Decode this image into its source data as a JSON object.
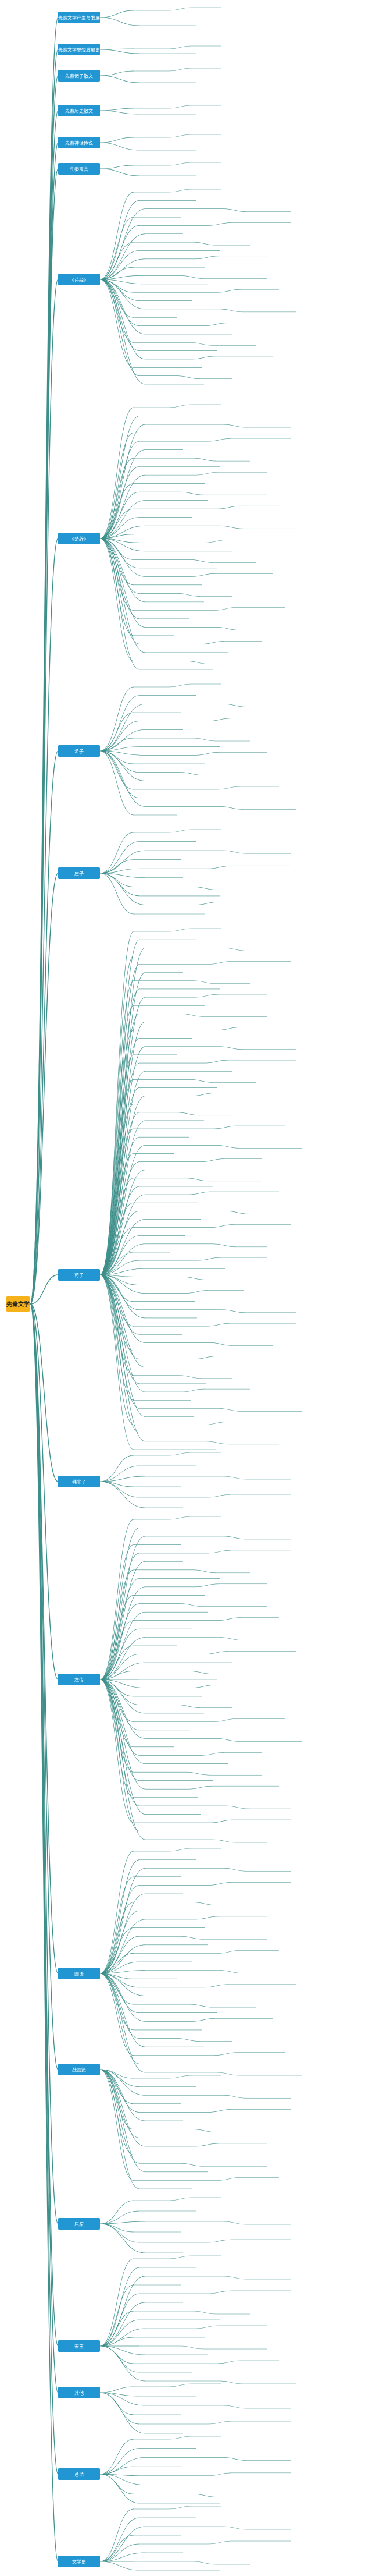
{
  "colors": {
    "root_fill": "#f5b21b",
    "branch_fill": "#2196d3",
    "link": "#3d8f8a",
    "leaf_line": "#3d8f8a",
    "text": "#333333"
  },
  "mindmap": {
    "root": "先秦文学",
    "branches": [
      {
        "label": "先秦文学产生与发展"
      },
      {
        "label": "先秦文学思想发展史"
      },
      {
        "label": "先秦诸子散文"
      },
      {
        "label": "先秦历史散文"
      },
      {
        "label": "先秦神话传说"
      },
      {
        "label": "先秦寓言"
      },
      {
        "label": "《诗经》"
      },
      {
        "label": "《楚辞》"
      },
      {
        "label": "孟子"
      },
      {
        "label": "庄子"
      },
      {
        "label": "荀子"
      },
      {
        "label": "韩非子"
      },
      {
        "label": "左传"
      },
      {
        "label": "国语"
      },
      {
        "label": "战国策"
      },
      {
        "label": "屈原"
      },
      {
        "label": "宋玉"
      },
      {
        "label": "其他"
      },
      {
        "label": "总结"
      },
      {
        "label": "文学史"
      }
    ]
  }
}
